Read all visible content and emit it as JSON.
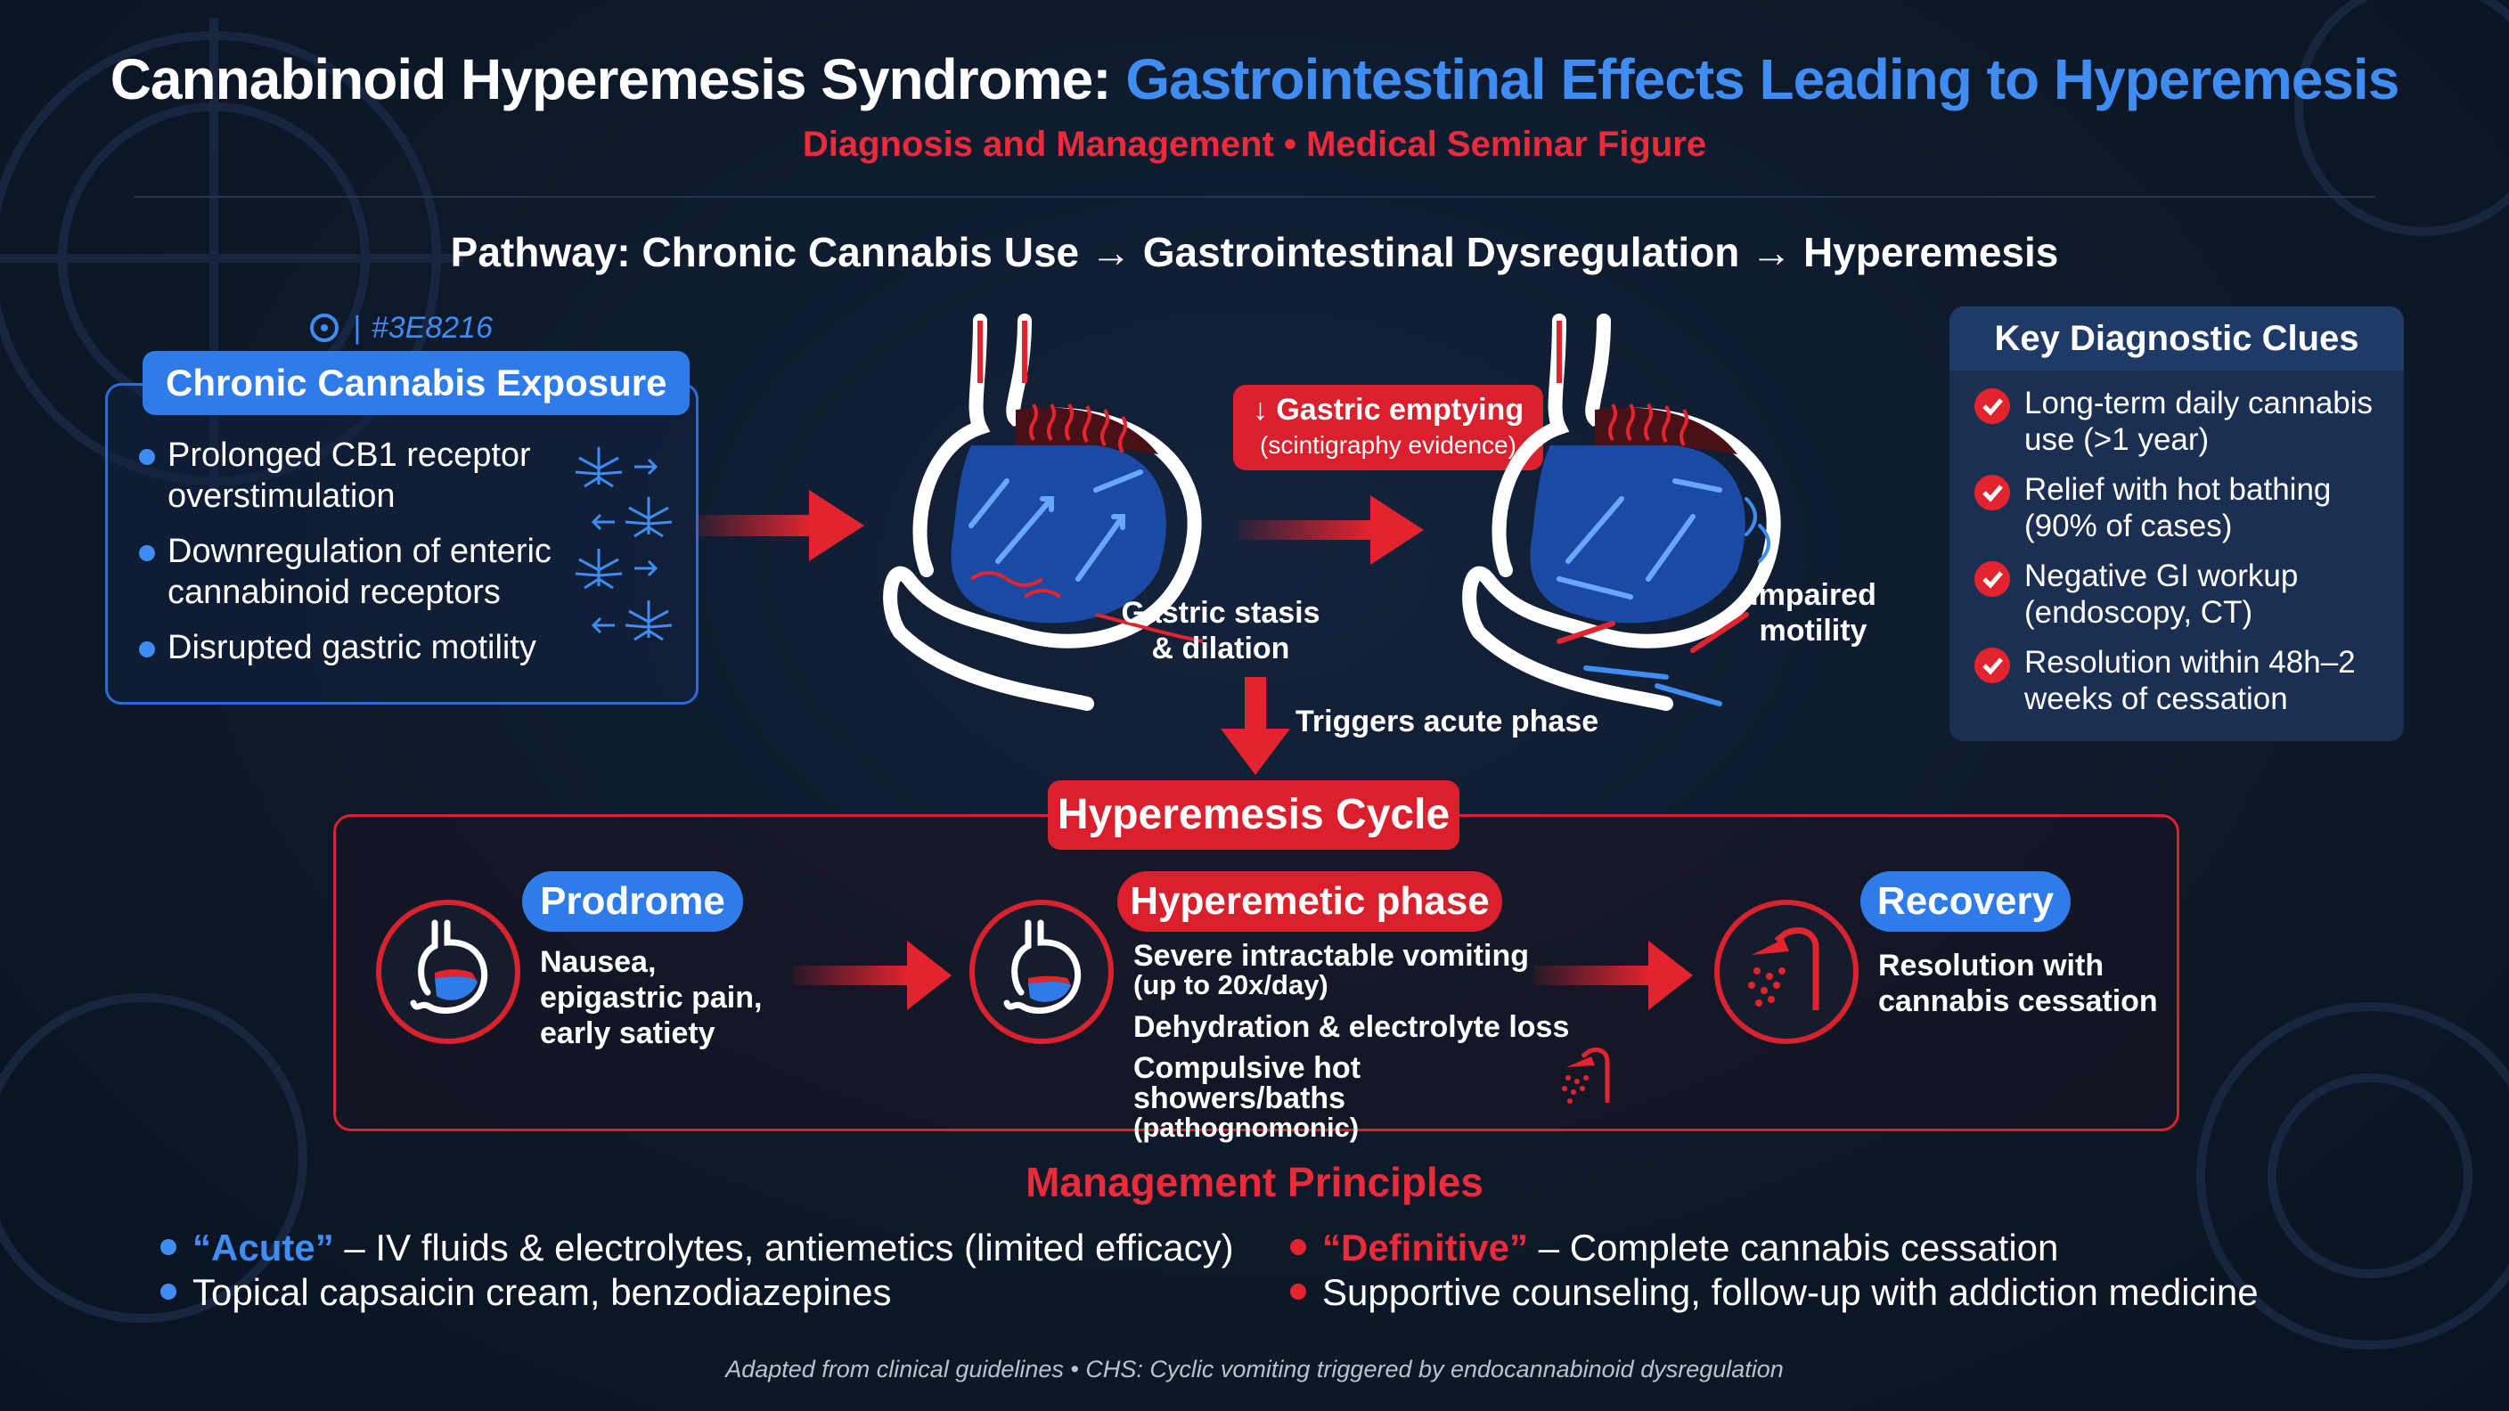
{
  "header": {
    "title_main": "Cannabinoid Hyperemesis Syndrome: ",
    "title_highlight": "Gastrointestinal Effects Leading to Hyperemesis",
    "subtitle": "Diagnosis and Management • Medical Seminar Figure",
    "pathway": "Pathway: Chronic Cannabis Use → Gastrointestinal Dysregulation → Hyperemesis"
  },
  "exposure": {
    "color_tag": "#3E8216",
    "title": "Chronic Cannabis Exposure",
    "items": [
      "Prolonged CB1 receptor overstimulation",
      "Downregulation of enteric cannabinoid receptors",
      "Disrupted gastric motility"
    ]
  },
  "stomach": {
    "emptying_title": "↓ Gastric emptying",
    "emptying_sub": "(scintigraphy evidence)",
    "stasis_label_1": "Gastric stasis",
    "stasis_label_2": "& dilation",
    "motility_label_1": "Impaired",
    "motility_label_2": "motility",
    "trigger_label": "Triggers acute phase"
  },
  "clues": {
    "title": "Key Diagnostic Clues",
    "items": [
      "Long-term daily cannabis use (>1 year)",
      "Relief with hot bathing (90% of cases)",
      "Negative GI workup (endoscopy, CT)",
      "Resolution within 48h–2 weeks of cessation"
    ]
  },
  "cycle": {
    "title": "Hyperemesis Cycle",
    "prodrome": {
      "label": "Prodrome",
      "text": "Nausea, epigastric pain, early satiety"
    },
    "hyperemetic": {
      "label": "Hyperemetic phase",
      "vomit": "Severe intractable vomiting",
      "vomit_sub": "(up to 20x/day)",
      "dehydration": "Dehydration & electrolyte loss",
      "showers": "Compulsive hot showers/baths",
      "showers_sub": "(pathognomonic)"
    },
    "recovery": {
      "label": "Recovery",
      "text": "Resolution with cannabis cessation"
    }
  },
  "management": {
    "title": "Management Principles",
    "acute_label": "“Acute”",
    "acute_text": " – IV fluids & electrolytes, antiemetics (limited efficacy)",
    "topical": "Topical capsaicin cream, benzodiazepines",
    "definitive_label": "“Definitive”",
    "definitive_text": " – Complete cannabis cessation",
    "supportive": "Supportive counseling, follow-up with addiction medicine"
  },
  "footnote": "Adapted from clinical guidelines • CHS: Cyclic vomiting triggered by endocannabinoid dysregulation",
  "colors": {
    "accent_blue": "#3f8cf2",
    "accent_red": "#e3242f",
    "background": "#0d1829"
  }
}
